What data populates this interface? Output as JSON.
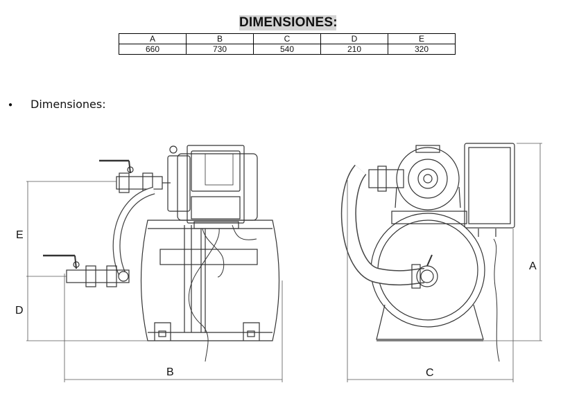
{
  "title": "DIMENSIONES:",
  "table": {
    "headers": [
      "A",
      "B",
      "C",
      "D",
      "E"
    ],
    "values": [
      "660",
      "730",
      "540",
      "210",
      "320"
    ]
  },
  "bullet_text": "Dimensiones:",
  "labels": {
    "A": "A",
    "B": "B",
    "C": "C",
    "D": "D",
    "E": "E"
  }
}
